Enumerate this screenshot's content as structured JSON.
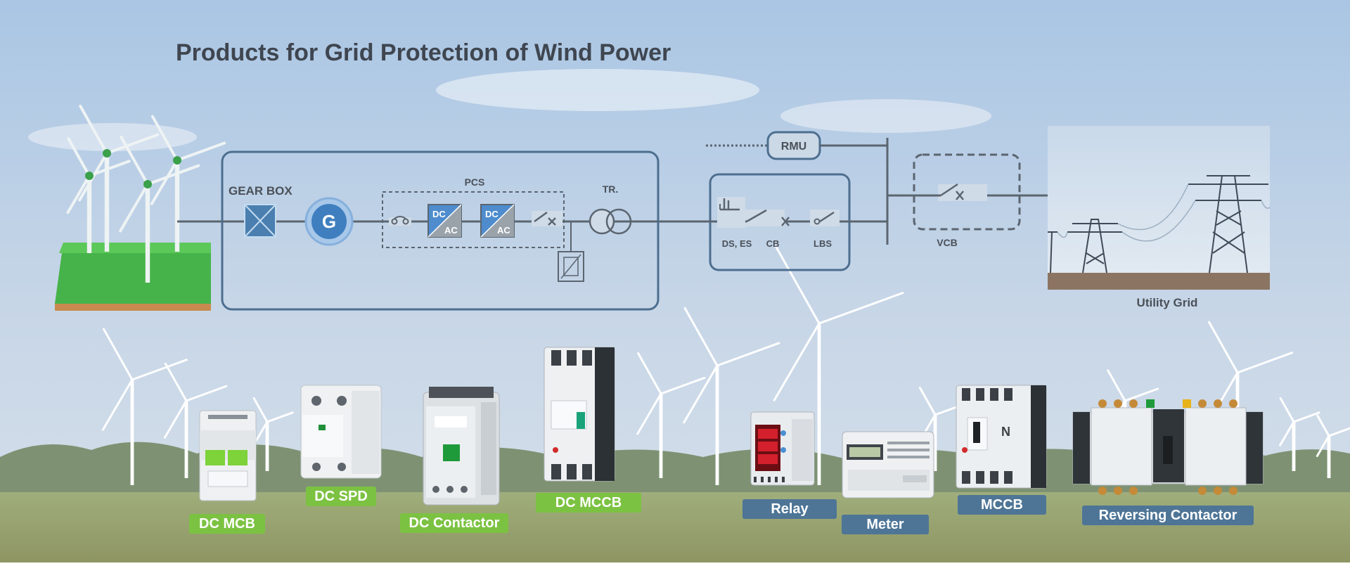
{
  "title": "Products for Grid Protection of Wind Power",
  "colors": {
    "line": "#5b6570",
    "box": "#4d6e8f",
    "dc_tag": "#7cc242",
    "ac_tag": "#4e7596",
    "generator": "#3f7fbf",
    "sky_top": "#aac6e4"
  },
  "diagram": {
    "gearbox_label": "GEAR BOX",
    "generator_symbol": "G",
    "pcs_label": "PCS",
    "converter_top": "DC",
    "converter_bottom": "AC",
    "transformer_label": "TR.",
    "rmu_label": "RMU",
    "ds_es_label": "DS, ES",
    "cb_label": "CB",
    "lbs_label": "LBS",
    "vcb_label": "VCB",
    "grid_label": "Utility Grid"
  },
  "devices": {
    "mccb_marking": "N"
  },
  "products": [
    {
      "label": "DC MCB"
    },
    {
      "label": "DC SPD"
    },
    {
      "label": "DC Contactor"
    },
    {
      "label": "DC MCCB"
    },
    {
      "label": "Relay"
    },
    {
      "label": "Meter"
    },
    {
      "label": "MCCB"
    },
    {
      "label": "Reversing Contactor"
    }
  ]
}
